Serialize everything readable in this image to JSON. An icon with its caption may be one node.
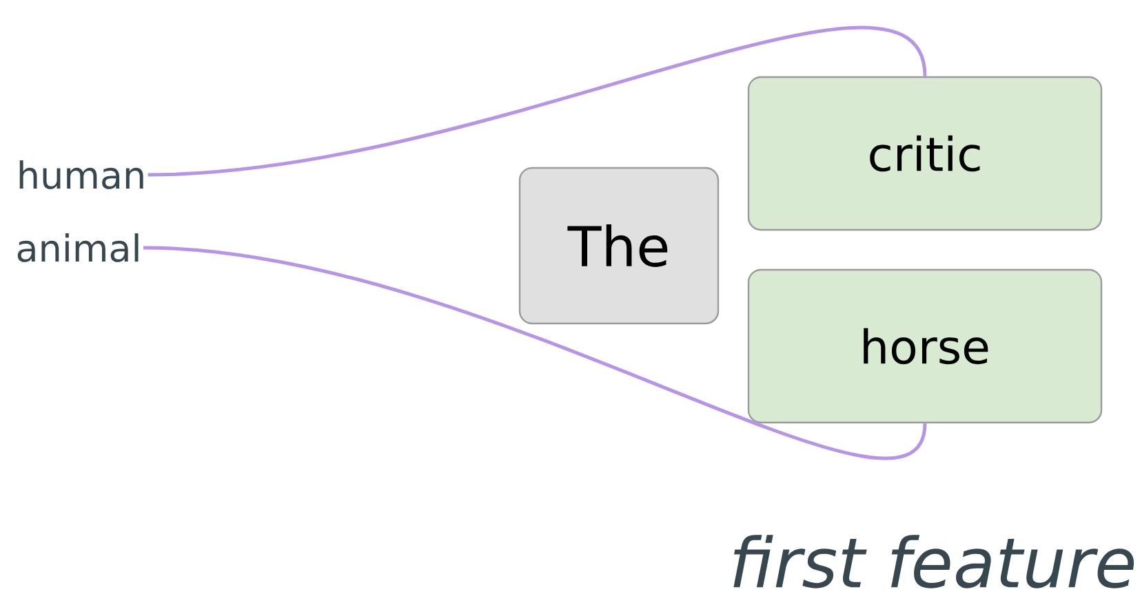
{
  "diagram": {
    "nodes": [
      {
        "text": [
          "human"
        ]
      },
      {
        "text": [
          "animal"
        ]
      },
      {
        "text": [
          "The"
        ]
      },
      {
        "text": [
          "critic"
        ]
      },
      {
        "text": [
          "horse"
        ]
      }
    ],
    "edges": [
      {
        "from": 0,
        "to": 3,
        "arrow": "none"
      },
      {
        "from": 1,
        "to": 4,
        "arrow": "none"
      }
    ],
    "labels": [
      "*first feature*"
    ]
  }
}
